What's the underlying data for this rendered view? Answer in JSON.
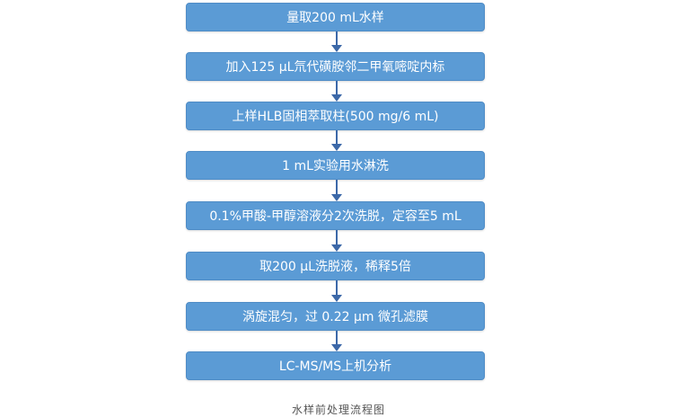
{
  "steps": [
    "量取200 mL水样",
    "加入125 µL氘代磺胺邻二甲氧嘧啶内标",
    "上样HLB固相萃取柱(500 mg/6 mL)",
    "1 mL实验用水淋洗",
    "0.1%甲酸-甲醇溶液分2次洗脱，定容至5 mL",
    "取200 µL洗脱液，稀释5倍",
    "涡旋混匀，过 0.22 µm 微孔滤膜",
    "LC-MS/MS上机分析"
  ],
  "caption": "水样前处理流程图",
  "colors": {
    "box": "#5b9bd5",
    "arrow": "#3c68a8"
  }
}
